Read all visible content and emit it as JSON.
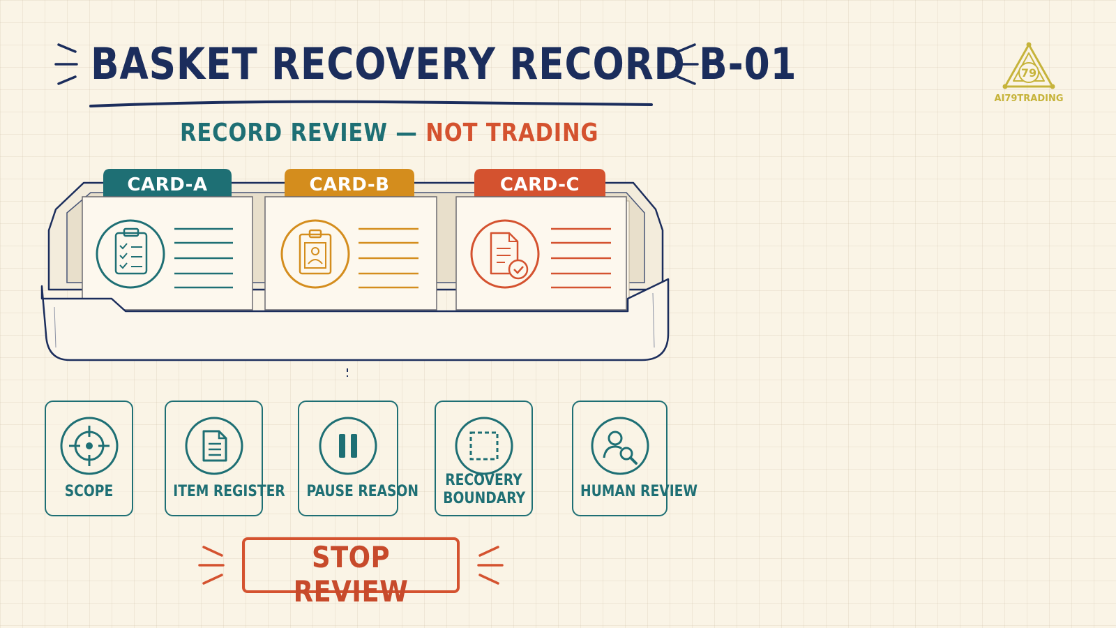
{
  "header": {
    "title": "BASKET RECOVERY RECORD B-01",
    "subtitle_part1": "RECORD REVIEW",
    "subtitle_sep": "—",
    "subtitle_part2": "NOT TRADING"
  },
  "logo": {
    "text": "AI79TRADING",
    "mark": "79"
  },
  "cards": [
    {
      "label": "CARD-A",
      "icon": "clipboard-checklist-icon",
      "color": "#1e6f74"
    },
    {
      "label": "CARD-B",
      "icon": "id-badge-icon",
      "color": "#d48d1d"
    },
    {
      "label": "CARD-C",
      "icon": "document-check-icon",
      "color": "#d4522f"
    }
  ],
  "steps": [
    {
      "label": "SCOPE",
      "icon": "target-icon"
    },
    {
      "label": "ITEM REGISTER",
      "icon": "document-icon"
    },
    {
      "label": "PAUSE REASON",
      "icon": "pause-icon"
    },
    {
      "label_line1": "RECOVERY",
      "label_line2": "BOUNDARY",
      "icon": "dashed-square-icon"
    },
    {
      "label": "HUMAN REVIEW",
      "icon": "user-search-icon"
    }
  ],
  "action": {
    "label": "STOP REVIEW"
  },
  "colors": {
    "navy": "#1b2d5c",
    "teal": "#1e6f74",
    "amber": "#d48d1d",
    "red": "#d4522f",
    "gold": "#c6b33a",
    "background": "#faf4e6"
  }
}
